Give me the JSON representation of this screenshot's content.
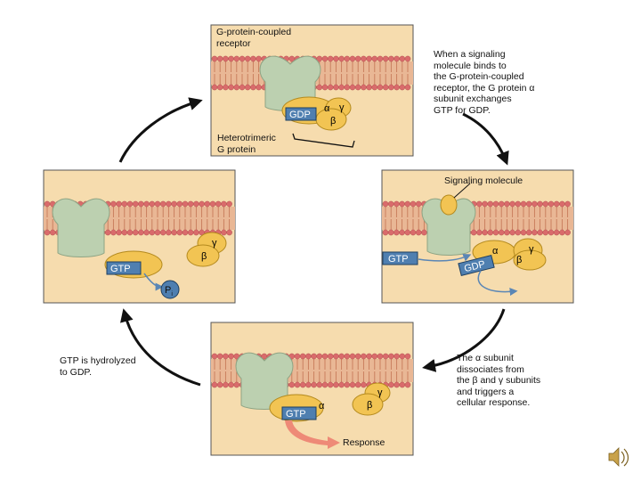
{
  "labels": {
    "gpcr": "G-protein-coupled\nreceptor",
    "heterotrimeric": "Heterotrimeric\nG protein",
    "step1": "When a signaling\nmolecule binds to\nthe G-protein-coupled\nreceptor, the G protein α\nsubunit exchanges\nGTP for GDP.",
    "signaling_molecule": "Signaling molecule",
    "step2": "The α subunit\ndissociates from\nthe β and γ subunits\nand triggers a\ncellular response.",
    "step3": "GTP is hydrolyzed\nto GDP.",
    "response": "Response"
  },
  "subunits": {
    "alpha": "α",
    "beta": "β",
    "gamma": "γ"
  },
  "nucleotides": {
    "gtp": "GTP",
    "gdp": "GDP",
    "pi": "P"
  },
  "colors": {
    "cytoplasm": "#f6dcae",
    "membrane_core": "#e9b795",
    "lipid_head": "#d96b6b",
    "lipid_tail": "#c77a5a",
    "receptor": "#bcd0b0",
    "receptor_stroke": "#8ea484",
    "gprotein": "#f2c453",
    "gprotein_stroke": "#b48a1e",
    "nucleotide_box": "#4f7fb0",
    "pi_circle": "#4f7fb0",
    "response_arrow": "#ee8a77",
    "cycle_arrow": "#111111",
    "bracket": "#111111"
  },
  "icons": [
    "speaker-icon"
  ]
}
